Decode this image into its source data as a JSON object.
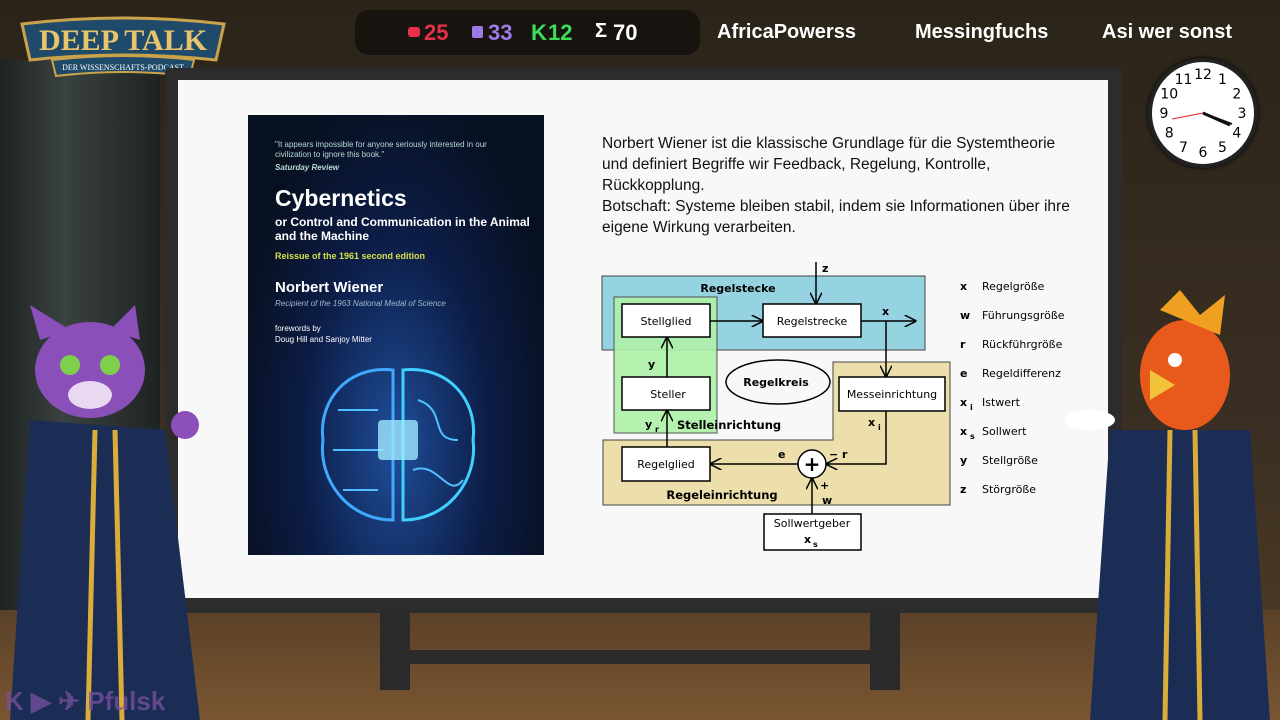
{
  "logo": {
    "title": "DEEP TALK",
    "subtitle": "DER WISSENSCHAFTS-PODCAST"
  },
  "stats": {
    "youtube": "25",
    "twitch": "33",
    "kick": "12",
    "total_symbol": "Σ",
    "total": "70",
    "colors": {
      "youtube": "#e8304a",
      "twitch": "#9b7be6",
      "kick": "#3ddc5a"
    }
  },
  "participants": [
    "AfricaPowerss",
    "Messingfuchs",
    "Asi wer sonst"
  ],
  "book": {
    "quote": "\"It appears impossible for anyone seriously interested in our civilization to ignore this book.\"",
    "quote_source": "Saturday Review",
    "title": "Cybernetics",
    "subtitle": "or Control and Communication in the Animal and the Machine",
    "edition": "Reissue of the 1961 second edition",
    "author": "Norbert Wiener",
    "author_note": "Recipient of the 1963 National Medal of Science",
    "forewords_label": "forewords by",
    "forewords": "Doug Hill and Sanjoy Mitter"
  },
  "description": {
    "line1": "Norbert Wiener ist die klassische Grundlage für die Systemtheorie und definiert Begriffe wir Feedback, Regelung, Kontrolle, Rückkopplung.",
    "line2": "Botschaft: Systeme bleiben stabil, indem sie Informationen über ihre eigene Wirkung verarbeiten."
  },
  "diagram": {
    "regelstecke": "Regelstecke",
    "stellglied": "Stellglied",
    "regelstrecke": "Regelstrecke",
    "steller": "Steller",
    "regelkreis": "Regelkreis",
    "messeinrichtung": "Messeinrichtung",
    "stelleinrichtung": "Stelleinrichtung",
    "regelglied": "Regelglied",
    "regeleinrichtung": "Regeleinrichtung",
    "sollwertgeber": "Sollwertgeber",
    "z": "z",
    "x": "x",
    "y": "y",
    "yr": "y",
    "yr_sub": "r",
    "xi": "x",
    "xi_sub": "i",
    "xs": "x",
    "xs_sub": "s",
    "e": "e",
    "minus_r": "− r",
    "plus": "+",
    "w": "w",
    "sum": "+",
    "legend": [
      {
        "sym": "x",
        "sub": "",
        "label": "Regelgröße"
      },
      {
        "sym": "w",
        "sub": "",
        "label": "Führungsgröße"
      },
      {
        "sym": "r",
        "sub": "",
        "label": "Rückführgröße"
      },
      {
        "sym": "e",
        "sub": "",
        "label": "Regeldifferenz"
      },
      {
        "sym": "x",
        "sub": "i",
        "label": "Istwert"
      },
      {
        "sym": "x",
        "sub": "s",
        "label": "Sollwert"
      },
      {
        "sym": "y",
        "sub": "",
        "label": "Stellgröße"
      },
      {
        "sym": "z",
        "sub": "",
        "label": "Störgröße"
      }
    ]
  },
  "clock": {
    "numerals": [
      "12",
      "1",
      "2",
      "3",
      "4",
      "5",
      "6",
      "7",
      "8",
      "9",
      "10",
      "11"
    ]
  },
  "social": {
    "handle": "Pfulsk"
  }
}
